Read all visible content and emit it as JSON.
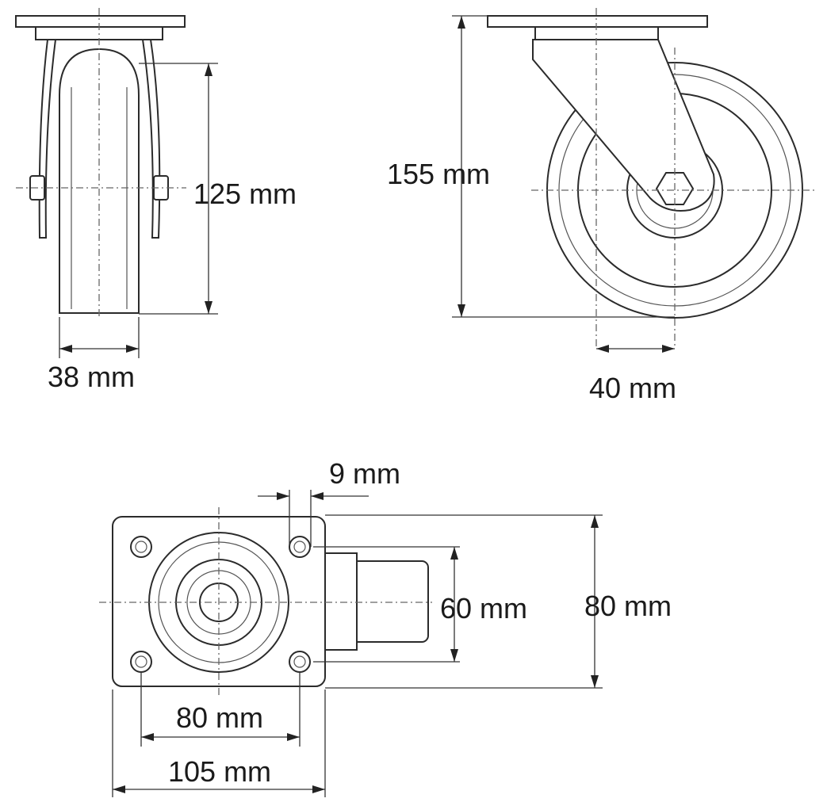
{
  "dimensions": {
    "wheel_height_front": "125 mm",
    "wheel_width": "38 mm",
    "overall_height": "155 mm",
    "swivel_offset": "40 mm",
    "bolt_hole": "9 mm",
    "hole_spacing_short": "60 mm",
    "plate_width": "80 mm",
    "hole_spacing_long": "80 mm",
    "plate_length": "105 mm"
  },
  "colors": {
    "line": "#2b2b2b",
    "background": "#ffffff"
  }
}
